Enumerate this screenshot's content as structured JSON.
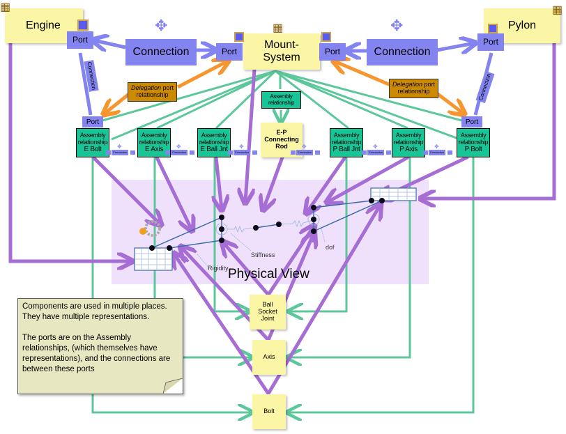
{
  "diagram": {
    "title": "Physical View",
    "components": {
      "engine": "Engine",
      "mount_system_line1": "Mount-",
      "mount_system_line2": "System",
      "pylon": "Pylon",
      "ep_rod": [
        "E-P",
        "Connecting",
        "Rod"
      ],
      "ball_socket": [
        "Ball",
        "Socket",
        "Joint"
      ],
      "axis": "Axis",
      "bolt": "Bolt"
    },
    "ports": {
      "label": "Port"
    },
    "connections": {
      "label": "Connection",
      "vertical_label": "Connection",
      "tiny_label": "Connection",
      "tiny_port": "Port"
    },
    "delegation": {
      "italic": "Delegation",
      "rest": " port",
      "line2": "relationship"
    },
    "assembly": {
      "label_line1": "Assembly",
      "label_line2": "relationship",
      "items": [
        {
          "name": "E Bolt"
        },
        {
          "name": "E Axis"
        },
        {
          "name": "E Ball Jnt"
        },
        {
          "name": "P Ball Jnt"
        },
        {
          "name": "P Axis"
        },
        {
          "name": "P Bolt"
        }
      ]
    },
    "physical_labels": {
      "stiffness": "Stiffness",
      "rigidity": "Rigidity",
      "dof": "dof"
    },
    "note": {
      "paragraph1": "Components are used in multiple places. They have multiple representations.",
      "paragraph2": "The ports are on the Assembly relationships, (which themselves have representations), and the connections are between these ports"
    },
    "colors": {
      "component_fill": "#fbf6a6",
      "port_fill": "#8484f0",
      "assembly_fill": "#17c596",
      "delegation_fill": "#cc8a00",
      "delegation_arrow": "#f7962f",
      "representation_arrow": "#a66dd4",
      "assembly_line": "#5cc79a",
      "physical_view_bg": "#efe1fb"
    }
  }
}
